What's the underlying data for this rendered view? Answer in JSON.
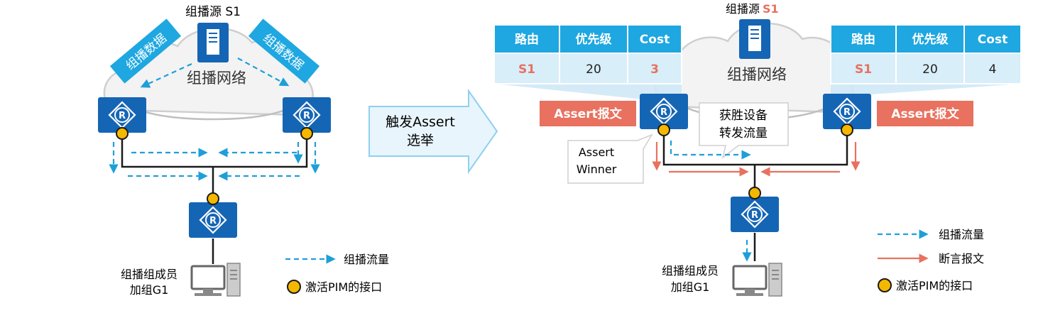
{
  "left": {
    "source_label": "组播源 S1",
    "network_label": "组播网络",
    "data_tag_left": "组播数据",
    "data_tag_right": "组播数据",
    "member_label_line1": "组播组成员",
    "member_label_line2": "加组G1",
    "legend": {
      "mcast_flow": "组播流量",
      "pim_iface": "激活PIM的接口"
    }
  },
  "arrow_label": {
    "line1": "触发Assert",
    "line2": "选举"
  },
  "right": {
    "source_label_prefix": "组播源",
    "source_label_s1": "S1",
    "network_label": "组播网络",
    "winner_label_line1": "Assert",
    "winner_label_line2": "Winner",
    "forward_label_line1": "获胜设备",
    "forward_label_line2": "转发流量",
    "assert_tag_left": "Assert报文",
    "assert_tag_right": "Assert报文",
    "member_label_line1": "组播组成员",
    "member_label_line2": "加组G1",
    "table_left": {
      "headers": [
        "路由",
        "优先级",
        "Cost"
      ],
      "row": [
        "S1",
        "20",
        "3"
      ]
    },
    "table_right": {
      "headers": [
        "路由",
        "优先级",
        "Cost"
      ],
      "row": [
        "S1",
        "20",
        "4"
      ]
    },
    "legend": {
      "mcast_flow": "组播流量",
      "assert_msg": "断言报文",
      "pim_iface": "激活PIM的接口"
    }
  },
  "colors": {
    "router_blue": "#1565b5",
    "accent_blue": "#1e9fd8",
    "assert_red": "#e8715f",
    "pim_yellow": "#f5b800",
    "table_header": "#1ea7e1",
    "table_body": "#d8eef9"
  },
  "icons": [
    "router-icon",
    "server-icon",
    "pc-icon",
    "cloud-icon",
    "right-arrow-icon"
  ]
}
